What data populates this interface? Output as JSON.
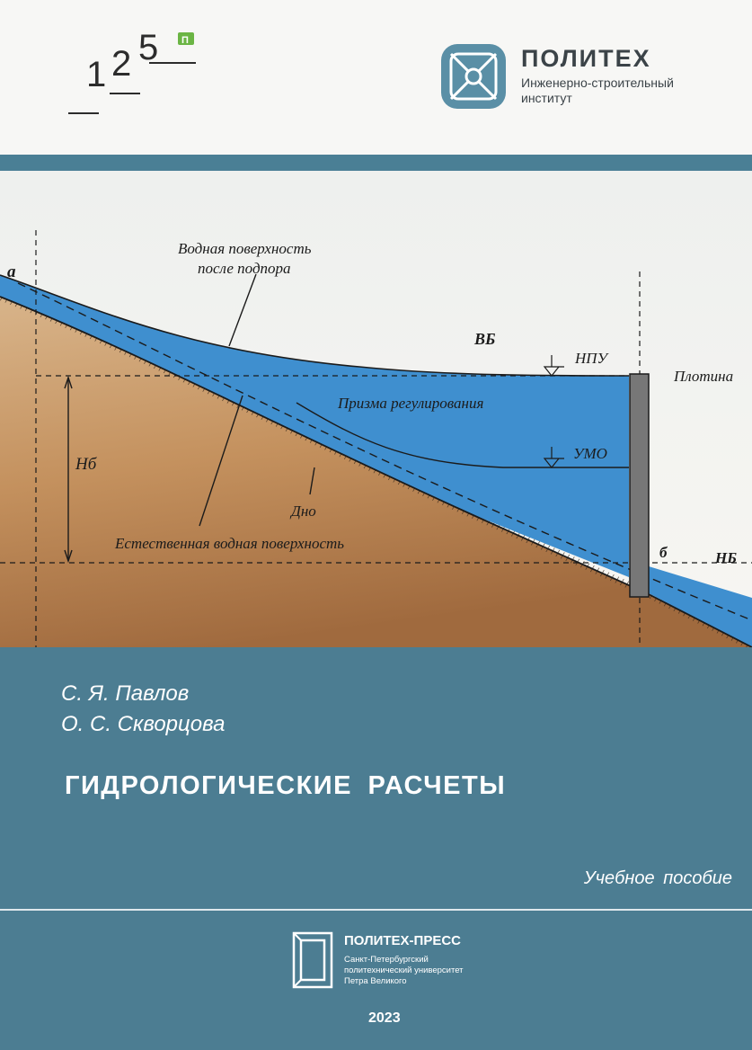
{
  "top": {
    "anniversary_logo": {
      "digits": [
        "1",
        "2",
        "5"
      ],
      "badge": "П"
    },
    "institute_logo": {
      "name": "ПОЛИТЕХ",
      "subtitle_line1": "Инженерно-строительный",
      "subtitle_line2": "институт"
    }
  },
  "diagram": {
    "labels": {
      "surface_after": "Водная поверхность",
      "surface_after_2": "после подпора",
      "point_a": "а",
      "upper_pool": "ВБ",
      "npu": "НПУ",
      "dam": "Плотина",
      "prism": "Призма регулирования",
      "umo": "УМО",
      "height": "Нб",
      "bottom": "Дно",
      "natural_surface": "Естественная водная поверхность",
      "point_b": "б",
      "lower_pool": "НБ"
    }
  },
  "cover": {
    "author_1": "С. Я. Павлов",
    "author_2": "О. С. Скворцова",
    "title": "ГИДРОЛОГИЧЕСКИЕ РАСЧЕТЫ",
    "type": "Учебное пособие",
    "publisher": {
      "name": "ПОЛИТЕХ-ПРЕСС",
      "line1": "Санкт-Петербургский",
      "line2": "политехнический университет",
      "line3": "Петра Великого"
    },
    "year": "2023"
  },
  "colors": {
    "cover_blue": "#4c7d92",
    "stripe_blue": "#4a7f95",
    "water": "#3f8fcf",
    "ground": "#c99a6a"
  }
}
